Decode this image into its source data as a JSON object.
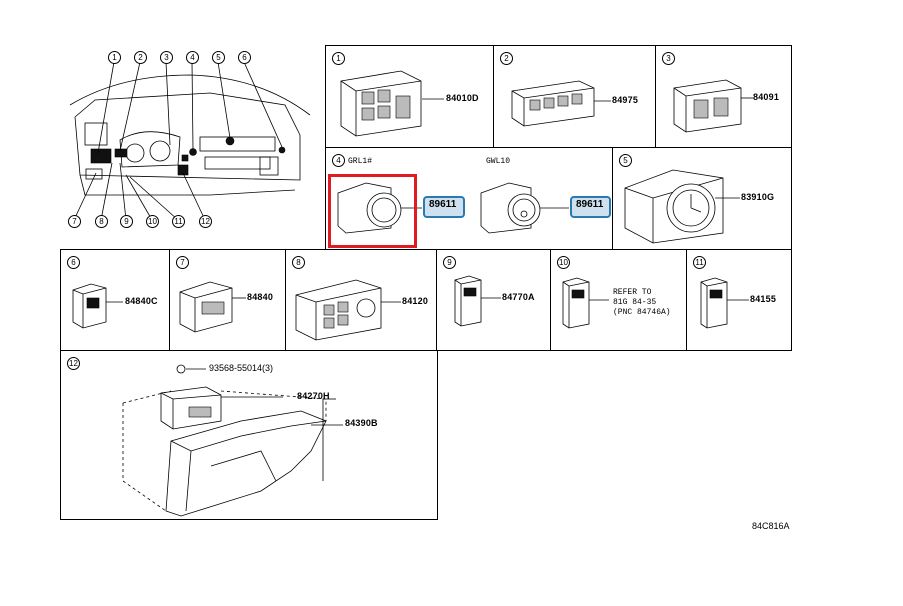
{
  "overview": {
    "callouts_top": [
      "1",
      "2",
      "3",
      "4",
      "5",
      "6"
    ],
    "callouts_bottom": [
      "7",
      "8",
      "9",
      "10",
      "11",
      "12"
    ]
  },
  "panels": [
    {
      "num": "1",
      "part": "84010D"
    },
    {
      "num": "2",
      "part": "84975"
    },
    {
      "num": "3",
      "part": "84091"
    },
    {
      "num": "4",
      "variant_a": "GRL1#",
      "variant_b": "GWL10",
      "part_a": "89611",
      "part_b": "89611"
    },
    {
      "num": "5",
      "part": "83910G"
    },
    {
      "num": "6",
      "part": "84840C"
    },
    {
      "num": "7",
      "part": "84840"
    },
    {
      "num": "8",
      "part": "84120"
    },
    {
      "num": "9",
      "part": "84770A"
    },
    {
      "num": "10",
      "ref_line1": "REFER TO",
      "ref_line2": "81G 84-35",
      "ref_line3": "(PNC 84746A)"
    },
    {
      "num": "11",
      "part": "84155"
    },
    {
      "num": "12",
      "part_screw": "93568-55014(3)",
      "part_a": "84270H",
      "part_b": "84390B"
    }
  ],
  "diagram_code": "84C816A",
  "colors": {
    "highlight": "#e11b22",
    "callout_border": "#2a79b0",
    "callout_fill": "#cfe0ee"
  }
}
